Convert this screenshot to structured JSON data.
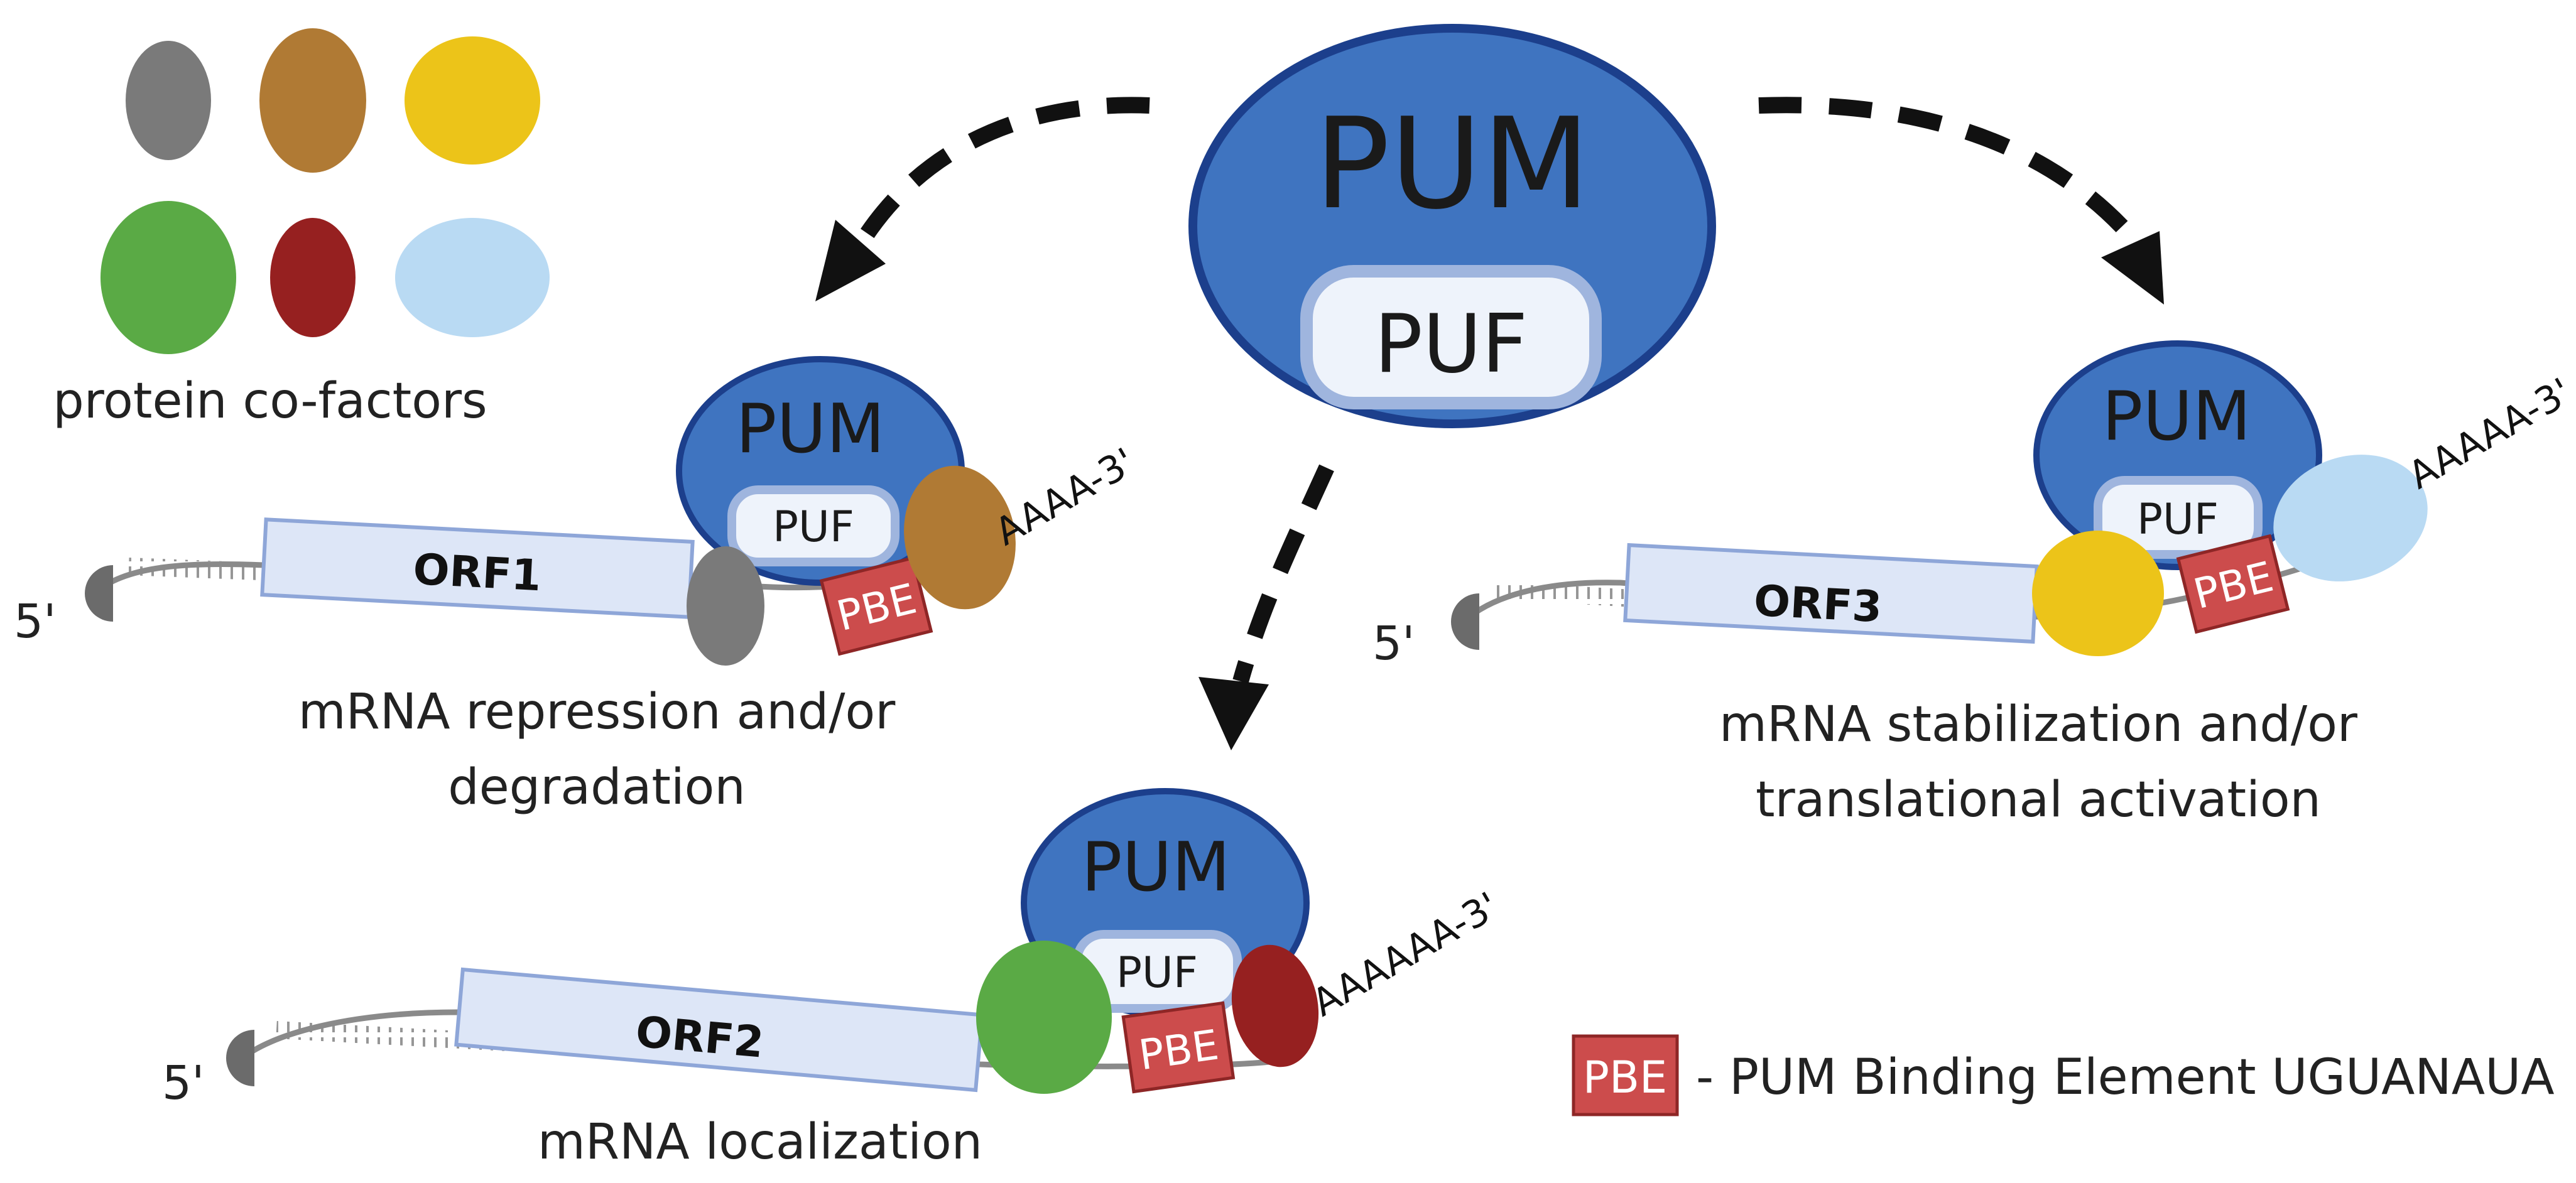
{
  "colors": {
    "pum_fill": "#3f74c0",
    "pum_stroke": "#1c3f8c",
    "puf_fill": "#eef3fb",
    "puf_stroke": "#9fb5de",
    "orf_fill": "#dde6f7",
    "orf_stroke": "#8ea6d8",
    "pbe_fill": "#cc4c4c",
    "pbe_stroke": "#8e2626",
    "cap_fill": "#6b6b6b",
    "rna_strand": "#8a8a8a",
    "cofactor_gray": "#7a7a7a",
    "cofactor_brown": "#b07a34",
    "cofactor_yellow": "#ecc419",
    "cofactor_green": "#5aaa45",
    "cofactor_darkred": "#962020",
    "cofactor_lightblue": "#b9daf3",
    "arrow": "#111111"
  },
  "legend": {
    "cofactors_label": "protein co-factors",
    "pbe_key_label": "PBE",
    "pbe_key_text": "- PUM Binding Element UGUANAUA"
  },
  "center": {
    "pum_label": "PUM",
    "puf_label": "PUF"
  },
  "complexes": {
    "repression": {
      "five_prime": "5'",
      "orf_label": "ORF1",
      "pum_label": "PUM",
      "puf_label": "PUF",
      "pbe_label": "PBE",
      "poly_a": "AAAA-3'",
      "caption_line1": "mRNA repression and/or",
      "caption_line2": "degradation"
    },
    "localization": {
      "five_prime": "5'",
      "orf_label": "ORF2",
      "pum_label": "PUM",
      "puf_label": "PUF",
      "pbe_label": "PBE",
      "poly_a": "AAAAAA-3'",
      "caption_line1": "mRNA localization"
    },
    "stabilization": {
      "five_prime": "5'",
      "orf_label": "ORF3",
      "pum_label": "PUM",
      "puf_label": "PUF",
      "pbe_label": "PBE",
      "poly_a": "AAAAA-3'",
      "caption_line1": "mRNA stabilization and/or",
      "caption_line2": "translational activation"
    }
  }
}
